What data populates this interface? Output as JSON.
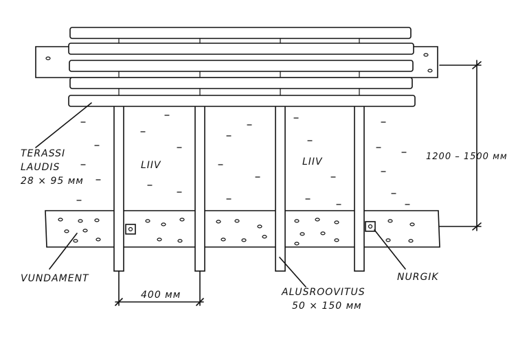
{
  "labels": {
    "decking_line1": "TERASSI",
    "decking_line2": "LAUDIS",
    "decking_size": "28 × 95 мм",
    "sand_left": "LIIV",
    "sand_right": "LIIV",
    "height_range": "1200 – 1500 мм",
    "foundation": "VUNDAMENT",
    "spacing": "400 мм",
    "subframe_line1": "ALUSROOVITUS",
    "subframe_line2": "50 × 150 мм",
    "bracket": "NURGIK"
  },
  "colors": {
    "ink": "#111111",
    "paper": "#ffffff"
  }
}
